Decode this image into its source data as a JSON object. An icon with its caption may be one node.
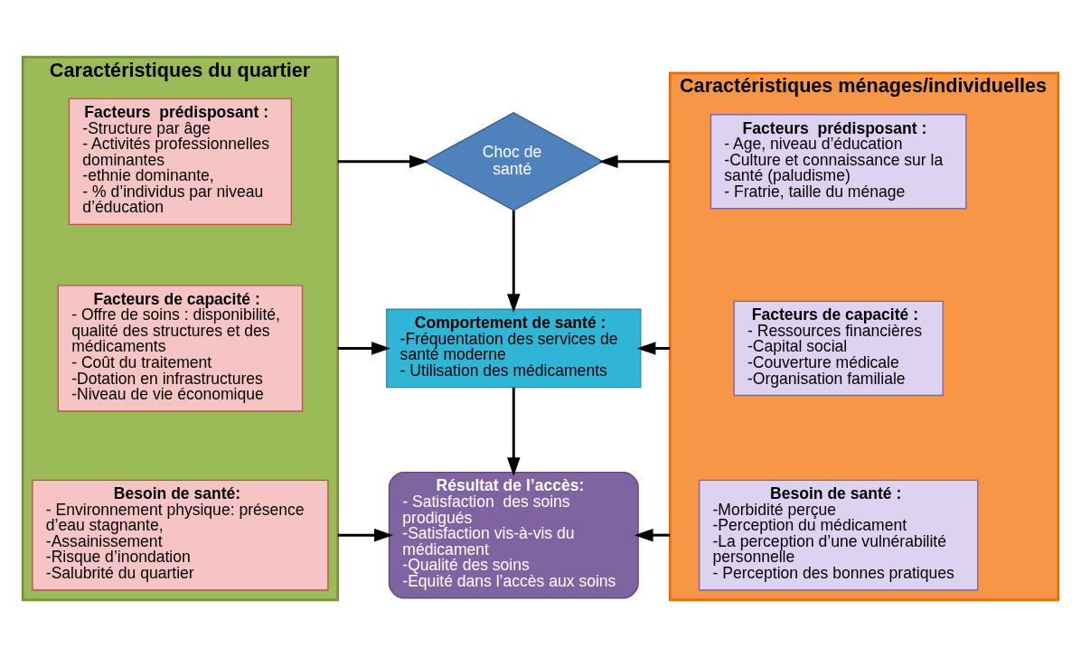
{
  "diagram": {
    "nodes": [
      {
        "text": [
          "Caractéristiques du quartier"
        ]
      },
      {
        "text": [
          "Facteurs  prédisposant :",
          "-Structure par âge",
          "- Activités professionnelles dominantes",
          "-ethnie dominante,",
          "- % d’individus par niveau d’éducation"
        ],
        "in": 0
      },
      {
        "text": [
          "Facteurs de capacité :",
          "- Offre de soins : disponibilité, qualité des structures et des médicaments",
          "- Coût du traitement",
          "-Dotation en infrastructures",
          "-Niveau de vie économique"
        ],
        "in": 0
      },
      {
        "text": [
          "Besoin de santé:",
          "- Environnement physique: présence d’eau stagnante,",
          "-Assainissement",
          "-Risque d’inondation",
          "-Salubrité du quartier"
        ],
        "in": 0
      },
      {
        "text": [
          "Choc de santé"
        ]
      },
      {
        "text": [
          "Comportement de santé :",
          "-Fréquentation des services de santé moderne",
          "- Utilisation des médicaments"
        ]
      },
      {
        "text": [
          "Résultat de l’accès:",
          "- Satisfaction  des soins prodigués",
          "-Satisfaction vis-à-vis du médicament",
          "-Qualité des soins",
          "-Equité dans l’accès aux soins"
        ]
      },
      {
        "text": [
          "Caractéristiques ménages/individuelles"
        ]
      },
      {
        "text": [
          "Facteurs  prédisposant :",
          "- Age, niveau d’éducation",
          "-Culture et connaissance sur la santé (paludisme)",
          "- Fratrie, taille du ménage"
        ],
        "in": 7
      },
      {
        "text": [
          "Facteurs de capacité :",
          "- Ressources financières",
          "-Capital social",
          "-Couverture médicale",
          "-Organisation familiale"
        ],
        "in": 7
      },
      {
        "text": [
          "Besoin de santé :",
          "-Morbidité perçue",
          "-Perception du médicament",
          "-La perception d’une vulnérabilité personnelle",
          "- Perception des bonnes pratiques"
        ],
        "in": 7
      }
    ],
    "edges": [
      {
        "from": 0,
        "to": 4,
        "arrow": "to"
      },
      {
        "from": 7,
        "to": 4,
        "arrow": "to"
      },
      {
        "from": 4,
        "to": 5,
        "arrow": "to"
      },
      {
        "from": 0,
        "to": 5,
        "arrow": "to"
      },
      {
        "from": 7,
        "to": 5,
        "arrow": "to"
      },
      {
        "from": 5,
        "to": 6,
        "arrow": "to"
      },
      {
        "from": 0,
        "to": 6,
        "arrow": "to"
      },
      {
        "from": 7,
        "to": 6,
        "arrow": "to"
      }
    ]
  }
}
